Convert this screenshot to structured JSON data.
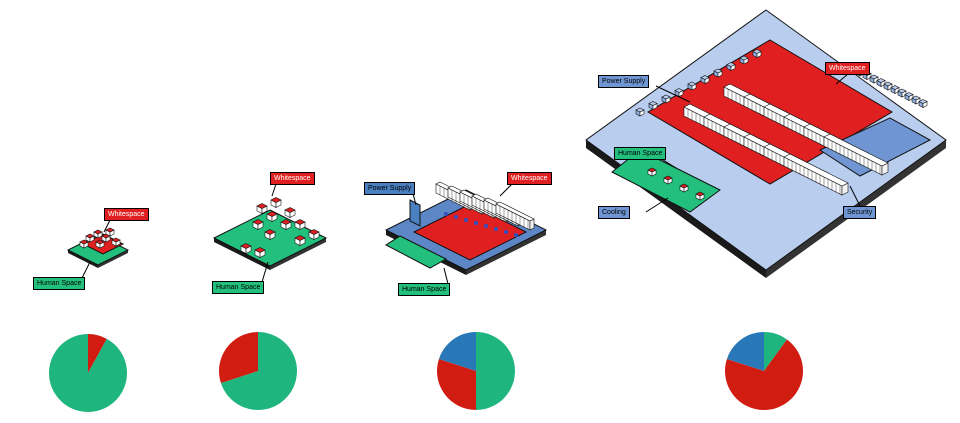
{
  "colors": {
    "human_space": "#22c07c",
    "whitespace": "#e02020",
    "power_supply": "#4a7fc0",
    "cooling": "#6f96d2",
    "security": "#6f96d2",
    "floor_light": "#b9cdee",
    "pie_green": "#1fb57e",
    "pie_red": "#d11c12",
    "pie_blue": "#2878b8",
    "outline": "#111111"
  },
  "stages": [
    {
      "labels": {
        "whitespace": "Whitespace",
        "human_space": "Human Space"
      }
    },
    {
      "labels": {
        "whitespace": "Whitespace",
        "human_space": "Human Space"
      }
    },
    {
      "labels": {
        "power_supply": "Power Supply",
        "whitespace": "Whitespace",
        "human_space": "Human Space"
      }
    },
    {
      "labels": {
        "power_supply": "Power Supply",
        "whitespace": "Whitespace",
        "human_space": "Human Space",
        "cooling": "Cooling",
        "security": "Security"
      }
    }
  ],
  "pies": [
    {
      "slices": [
        {
          "category": "whitespace",
          "value": 0.08,
          "color": "#d11c12"
        },
        {
          "category": "human_space",
          "value": 0.92,
          "color": "#1fb57e"
        }
      ]
    },
    {
      "slices": [
        {
          "category": "human_space",
          "value": 0.7,
          "color": "#1fb57e"
        },
        {
          "category": "whitespace",
          "value": 0.3,
          "color": "#d11c12"
        }
      ]
    },
    {
      "slices": [
        {
          "category": "human_space",
          "value": 0.5,
          "color": "#1fb57e"
        },
        {
          "category": "whitespace",
          "value": 0.3,
          "color": "#d11c12"
        },
        {
          "category": "power_supply",
          "value": 0.2,
          "color": "#2878b8"
        }
      ]
    },
    {
      "slices": [
        {
          "category": "human_space",
          "value": 0.1,
          "color": "#1fb57e"
        },
        {
          "category": "whitespace",
          "value": 0.7,
          "color": "#d11c12"
        },
        {
          "category": "power_supply",
          "value": 0.2,
          "color": "#2878b8"
        }
      ]
    }
  ]
}
